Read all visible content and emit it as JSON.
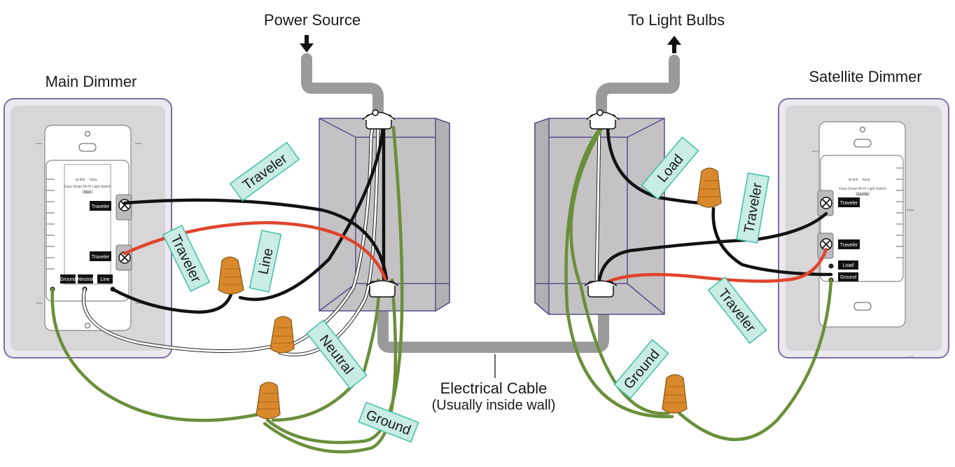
{
  "labels": {
    "power_source": "Power Source",
    "to_light_bulbs": "To Light Bulbs",
    "main_dimmer": "Main Dimmer",
    "satellite_dimmer": "Satellite Dimmer",
    "electrical_cable": "Electrical Cable",
    "usually_inside_wall": "(Usually inside wall)"
  },
  "tags": {
    "traveler_main_top": "Traveler",
    "traveler_main_mid": "Traveler",
    "line": "Line",
    "neutral": "Neutral",
    "ground_left": "Ground",
    "load": "Load",
    "traveler_sat_top": "Traveler",
    "traveler_sat_bottom": "Traveler",
    "ground_right": "Ground"
  },
  "main_dimmer": {
    "brand_tplink": "tp-link",
    "brand_kasa": "kasa",
    "product": "Kasa Smart Wi-Fi Light Switch",
    "model_badge": "Main",
    "terminal_traveler_1": "Traveler",
    "terminal_traveler_2": "Traveler",
    "terminal_ground": "Ground",
    "terminal_neutral": "Neutral",
    "terminal_line": "Line"
  },
  "satellite_dimmer": {
    "brand_tplink": "tp-link",
    "brand_kasa": "kasa",
    "product": "Kasa Smart Wi-Fi Light Switch",
    "model_badge": "Satellite",
    "terminal_traveler_1": "Traveler",
    "terminal_traveler_2": "Traveler",
    "terminal_load": "Load",
    "terminal_ground": "Ground"
  },
  "colors": {
    "black_wire": "#111111",
    "red_wire": "#e0442c",
    "white_wire": "#ffffff",
    "ground_wire": "#6a8f3a",
    "wire_nut": "#d9892b",
    "tag_fill": "#c9ece4",
    "tag_stroke": "#3fbfa6",
    "box_fill": "#c4c2c4",
    "box_stroke": "#5a4e8a",
    "conduit": "#9a9a9a"
  }
}
